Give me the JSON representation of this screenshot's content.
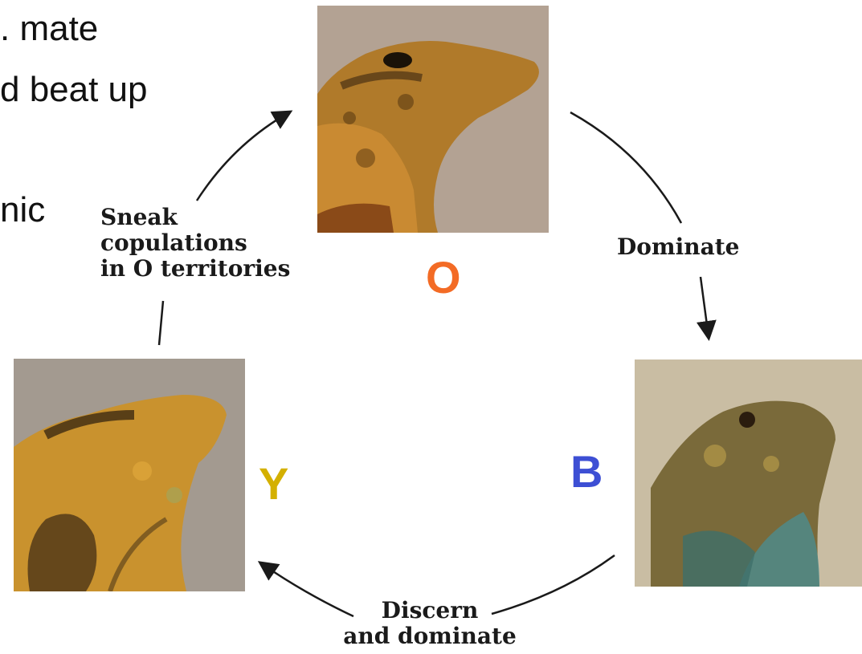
{
  "slide_text": {
    "line1": ". mate",
    "line2": "d beat up",
    "line3": "nic"
  },
  "morphs": {
    "orange": {
      "letter": "O",
      "color": "#f36b25"
    },
    "blue": {
      "letter": "B",
      "color": "#3d4fd4"
    },
    "yellow": {
      "letter": "Y",
      "color": "#d4b000"
    }
  },
  "cycle_labels": {
    "sneak_line1": "Sneak",
    "sneak_line2": "copulations",
    "sneak_line3": "in O territories",
    "dominate": "Dominate",
    "discern_line1": "Discern",
    "discern_line2": "and dominate"
  }
}
